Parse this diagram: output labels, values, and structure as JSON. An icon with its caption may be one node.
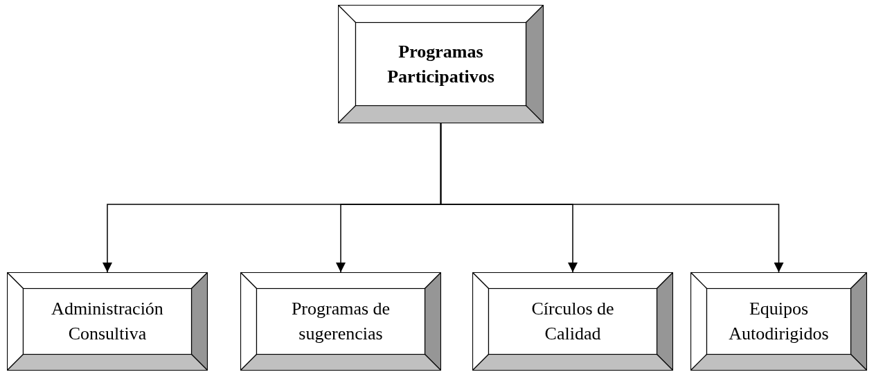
{
  "diagram": {
    "nodes": [
      {
        "text": [
          "Programas Participativos"
        ]
      },
      {
        "text": [
          "Administración Consultiva"
        ]
      },
      {
        "text": [
          "Programas de sugerencias"
        ]
      },
      {
        "text": [
          "Círculos de Calidad"
        ]
      },
      {
        "text": [
          "Equipos Autodirigidos"
        ]
      }
    ],
    "edges": [
      {
        "from": 0,
        "to": 1,
        "arrow": "to"
      },
      {
        "from": 0,
        "to": 2,
        "arrow": "to"
      },
      {
        "from": 0,
        "to": 3,
        "arrow": "to"
      },
      {
        "from": 0,
        "to": 4,
        "arrow": "to"
      }
    ]
  }
}
